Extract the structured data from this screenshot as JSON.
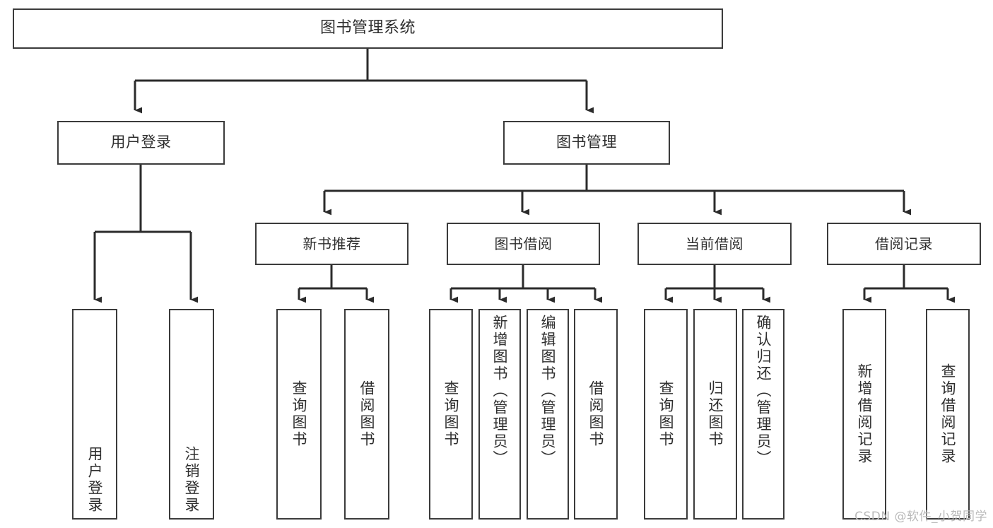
{
  "diagram": {
    "title": "图书管理系统",
    "type": "tree",
    "watermark": "CSDN @软件_小贺同学",
    "colors": {
      "box_border": "#3b3b3b",
      "box_fill": "#ffffff",
      "connector": "#2b2b2b",
      "text": "#2e2e2e",
      "watermark": "#b9b9b9",
      "background": "#ffffff"
    },
    "nodes": {
      "root": {
        "label": "图书管理系统",
        "orientation": "horizontal"
      },
      "level2": [
        {
          "id": "user-login",
          "label": "用户登录",
          "orientation": "horizontal"
        },
        {
          "id": "book-manage",
          "label": "图书管理",
          "orientation": "horizontal"
        }
      ],
      "level3": [
        {
          "id": "new-book-recommend",
          "label": "新书推荐",
          "orientation": "horizontal"
        },
        {
          "id": "book-borrow",
          "label": "图书借阅",
          "orientation": "horizontal"
        },
        {
          "id": "current-borrow",
          "label": "当前借阅",
          "orientation": "horizontal"
        },
        {
          "id": "borrow-record",
          "label": "借阅记录",
          "orientation": "horizontal"
        }
      ],
      "leaves": [
        {
          "id": "leaf-user-login",
          "label": "用户登录",
          "parent": "user-login",
          "orientation": "vertical"
        },
        {
          "id": "leaf-logout-login",
          "label": "注销登录",
          "parent": "user-login",
          "orientation": "vertical"
        },
        {
          "id": "leaf-query-book-1",
          "label": "查询图书",
          "parent": "new-book-recommend",
          "orientation": "vertical"
        },
        {
          "id": "leaf-borrow-book-1",
          "label": "借阅图书",
          "parent": "new-book-recommend",
          "orientation": "vertical"
        },
        {
          "id": "leaf-query-book-2",
          "label": "查询图书",
          "parent": "book-borrow",
          "orientation": "vertical"
        },
        {
          "id": "leaf-add-book",
          "label": "新增图书（管理员）",
          "parent": "book-borrow",
          "orientation": "vertical"
        },
        {
          "id": "leaf-edit-book",
          "label": "编辑图书（管理员）",
          "parent": "book-borrow",
          "orientation": "vertical"
        },
        {
          "id": "leaf-borrow-book-2",
          "label": "借阅图书",
          "parent": "book-borrow",
          "orientation": "vertical"
        },
        {
          "id": "leaf-query-book-3",
          "label": "查询图书",
          "parent": "current-borrow",
          "orientation": "vertical"
        },
        {
          "id": "leaf-return-book",
          "label": "归还图书",
          "parent": "current-borrow",
          "orientation": "vertical"
        },
        {
          "id": "leaf-confirm-return",
          "label": "确认归还（管理员）",
          "parent": "current-borrow",
          "orientation": "vertical"
        },
        {
          "id": "leaf-add-record",
          "label": "新增借阅记录",
          "parent": "borrow-record",
          "orientation": "vertical"
        },
        {
          "id": "leaf-query-record",
          "label": "查询借阅记录",
          "parent": "borrow-record",
          "orientation": "vertical"
        }
      ]
    }
  }
}
